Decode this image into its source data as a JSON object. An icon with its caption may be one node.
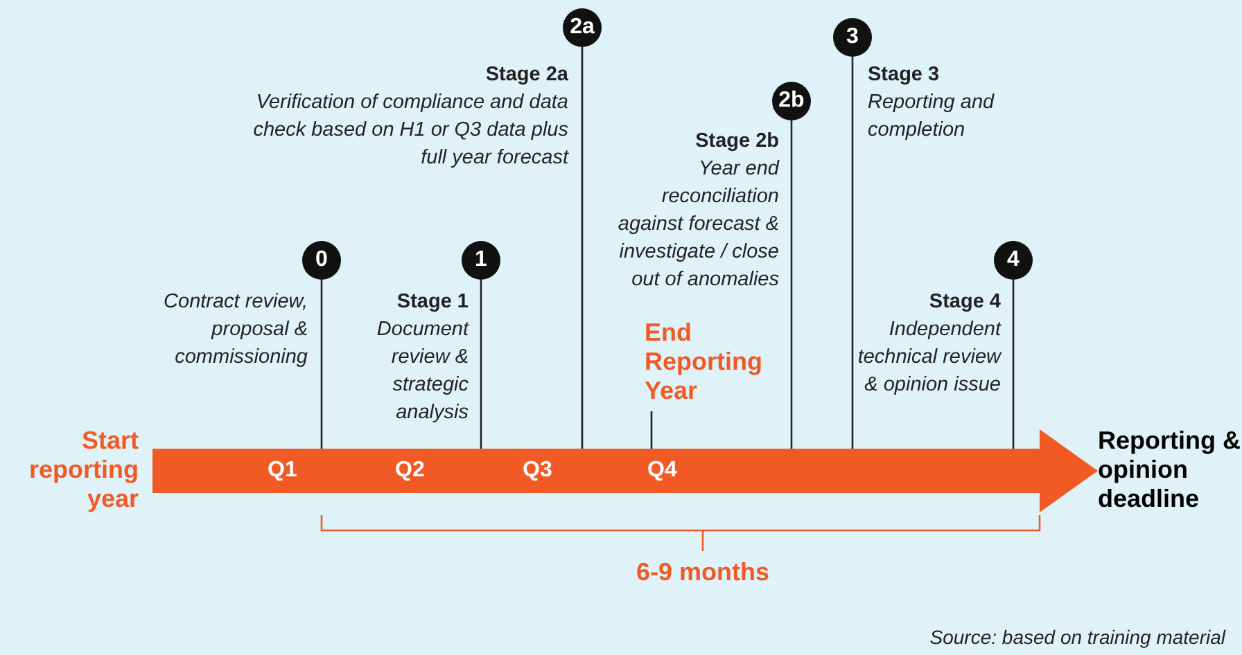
{
  "diagram": {
    "caption": "Source: based on training material",
    "nodes": [
      {
        "text": [
          "0"
        ],
        "beside": [
          "Contract review, proposal & commissioning"
        ]
      },
      {
        "text": [
          "1"
        ],
        "beside": [
          "Stage 1",
          "Document review & strategic analysis"
        ]
      },
      {
        "text": [
          "2a"
        ],
        "beside": [
          "Stage 2a",
          "Verification of compliance and data check based on H1 or Q3 data plus full year forecast"
        ]
      },
      {
        "text": [
          "2b"
        ],
        "beside": [
          "Stage 2b",
          "Year end reconciliation against forecast & investigate / close out of anomalies"
        ]
      },
      {
        "text": [
          "3"
        ],
        "beside": [
          "Stage 3",
          "Reporting and completion"
        ]
      },
      {
        "text": [
          "4"
        ],
        "beside": [
          "Stage 4",
          "Independent technical review & opinion issue"
        ]
      },
      {
        "text": [
          "End Reporting Year"
        ]
      },
      {
        "text": [
          "Q1",
          "Q2",
          "Q3",
          "Q4"
        ]
      }
    ],
    "edges": [
      {
        "from": 0,
        "to": 7,
        "arrow": "none"
      },
      {
        "from": 1,
        "to": 7,
        "arrow": "none"
      },
      {
        "from": 2,
        "to": 7,
        "arrow": "none"
      },
      {
        "from": 3,
        "to": 7,
        "arrow": "none"
      },
      {
        "from": 4,
        "to": 7,
        "arrow": "none"
      },
      {
        "from": 5,
        "to": 7,
        "arrow": "none"
      },
      {
        "from": 6,
        "to": 7,
        "arrow": "none"
      }
    ],
    "labels": [
      "Start reporting year",
      "Reporting & opinion deadline",
      "6-9 months"
    ]
  }
}
